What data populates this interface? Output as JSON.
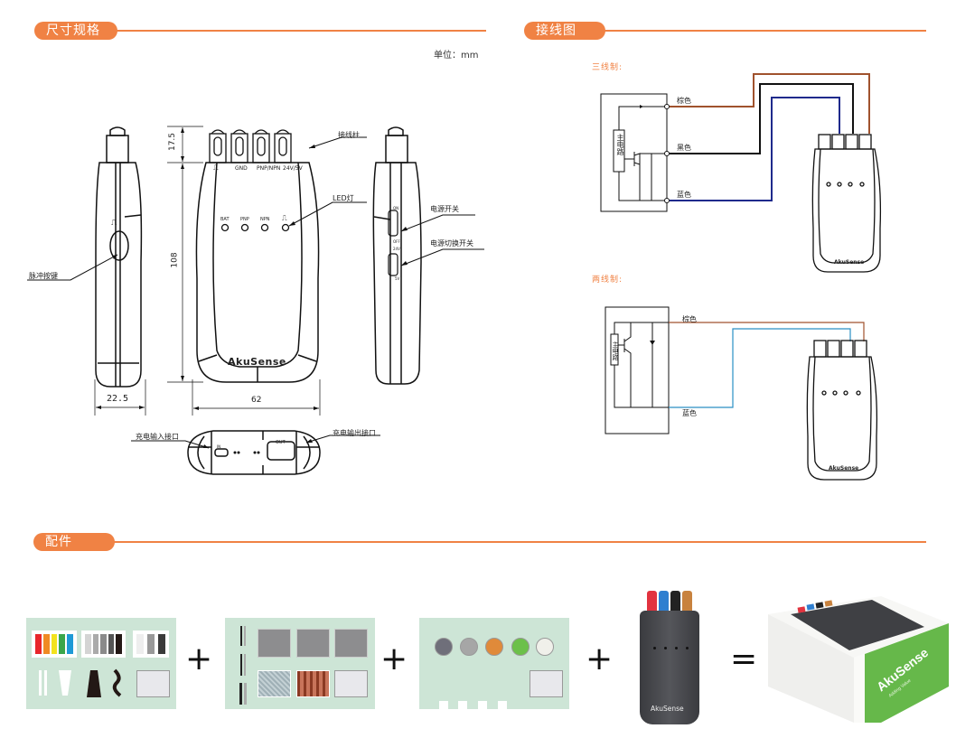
{
  "sections": {
    "dimensions": {
      "title": "尺寸规格",
      "unit_label": "单位：mm",
      "labels": {
        "terminal_post": "接线柱",
        "led_light": "LED灯",
        "pulse_button": "脉冲按键",
        "power_switch": "电源开关",
        "power_select_switch": "电源切换开关",
        "charge_input": "充电输入接口",
        "charge_output": "充电输出接口"
      },
      "dimension_values": {
        "terminal_height": "17.5",
        "body_height": "108",
        "side_width": "22.5",
        "front_width": "62"
      },
      "terminal_labels": [
        "⎍",
        "GND",
        "PNP/NPN",
        "24V/5V"
      ],
      "led_labels": [
        "BAT",
        "PNP",
        "NPN",
        "⎍"
      ],
      "switch_labels": {
        "on": "ON",
        "off": "OFF",
        "v24": "24V",
        "v5": "5V"
      },
      "port_labels": {
        "in": "IN",
        "out": "OUT"
      },
      "brand": "AkuSense"
    },
    "wiring": {
      "title": "接线图",
      "three_wire": {
        "title": "三线制:",
        "main_circuit": "主电路",
        "wires": [
          {
            "label": "棕色",
            "color": "#a0522d"
          },
          {
            "label": "黑色",
            "color": "#111111"
          },
          {
            "label": "蓝色",
            "color": "#1f2a8c"
          }
        ]
      },
      "two_wire": {
        "title": "两线制:",
        "main_circuit": "主电路",
        "wires": [
          {
            "label": "棕色",
            "color": "#a0522d"
          },
          {
            "label": "蓝色",
            "color": "#2a8fc4"
          }
        ]
      },
      "brand": "AkuSense"
    },
    "accessories": {
      "title": "配件",
      "operators": [
        "+",
        "+",
        "+",
        "="
      ],
      "device_brand": "AkuSense",
      "box_brand": "AkuSense",
      "box_tagline": "Adding Value",
      "card1_swatches": [
        "#e8262b",
        "#f08a24",
        "#f3e21d",
        "#3aa64b",
        "#1e9ad6"
      ],
      "card1_grays": [
        "#d4d4d4",
        "#aaaaaa",
        "#8a8a8a",
        "#555555",
        "#231815"
      ],
      "card1_grays2": [
        "#eeeeee",
        "#999999",
        "#3a3a3a"
      ],
      "card3_circles": [
        "#6f6f7a",
        "#a6a6a6",
        "#e08a3a",
        "#6cc04a",
        "#f0f0ea"
      ],
      "device_terminal_colors": [
        "#e2333f",
        "#2f7fd0",
        "#222222",
        "#c8823e"
      ]
    }
  }
}
